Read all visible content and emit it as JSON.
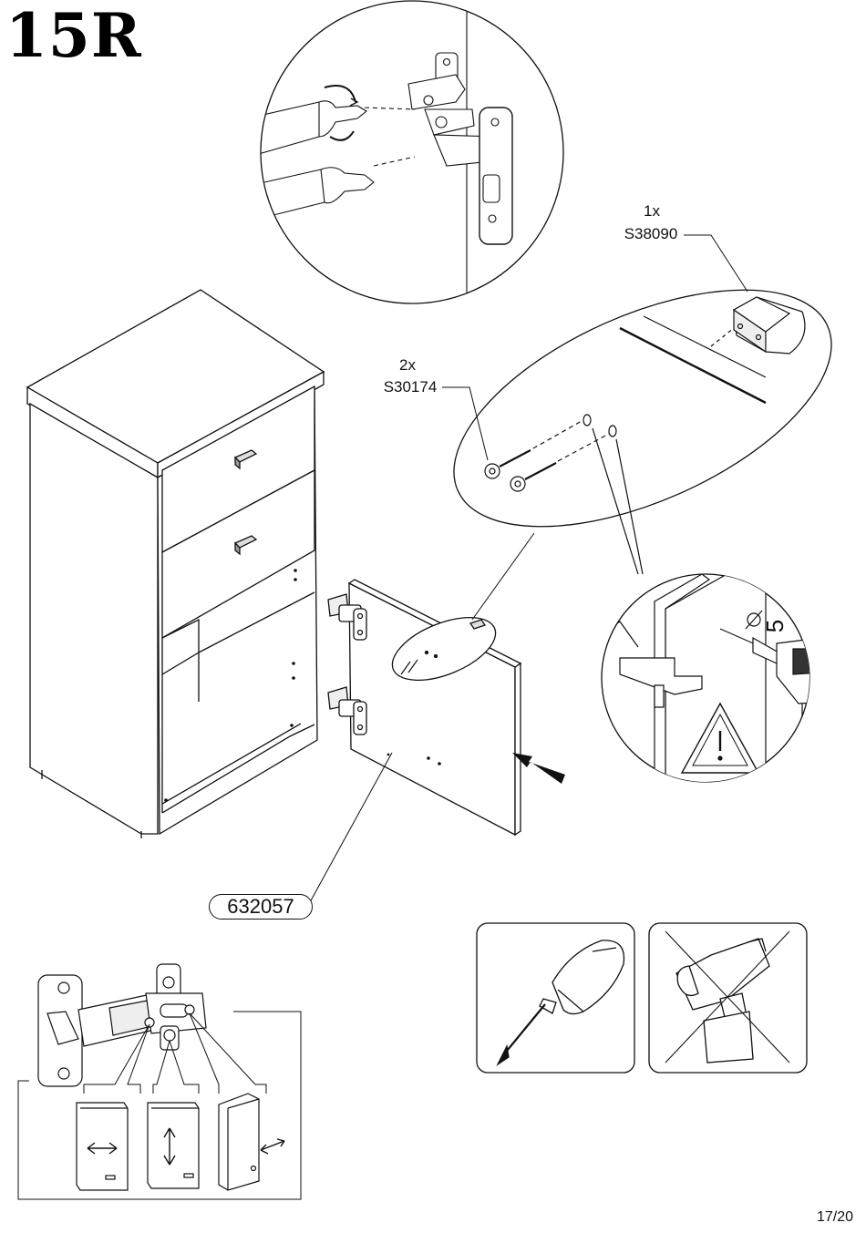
{
  "step": {
    "number": "15R"
  },
  "parts": {
    "handle_quantity": "1x",
    "handle_code": "S38090",
    "screw_quantity": "2x",
    "screw_code": "S30174",
    "door_code": "632057"
  },
  "drill": {
    "diameter_label": "5"
  },
  "tools": [
    {
      "name": "screwdriver",
      "allowed": true
    },
    {
      "name": "cordless-drill",
      "allowed": false
    }
  ],
  "icons": [
    "warning-triangle-icon",
    "insertion-arrow-icon",
    "rotation-arrow-icon",
    "hinge-adjust-arrows-icon",
    "diameter-icon"
  ],
  "page": {
    "current": "17/20"
  }
}
